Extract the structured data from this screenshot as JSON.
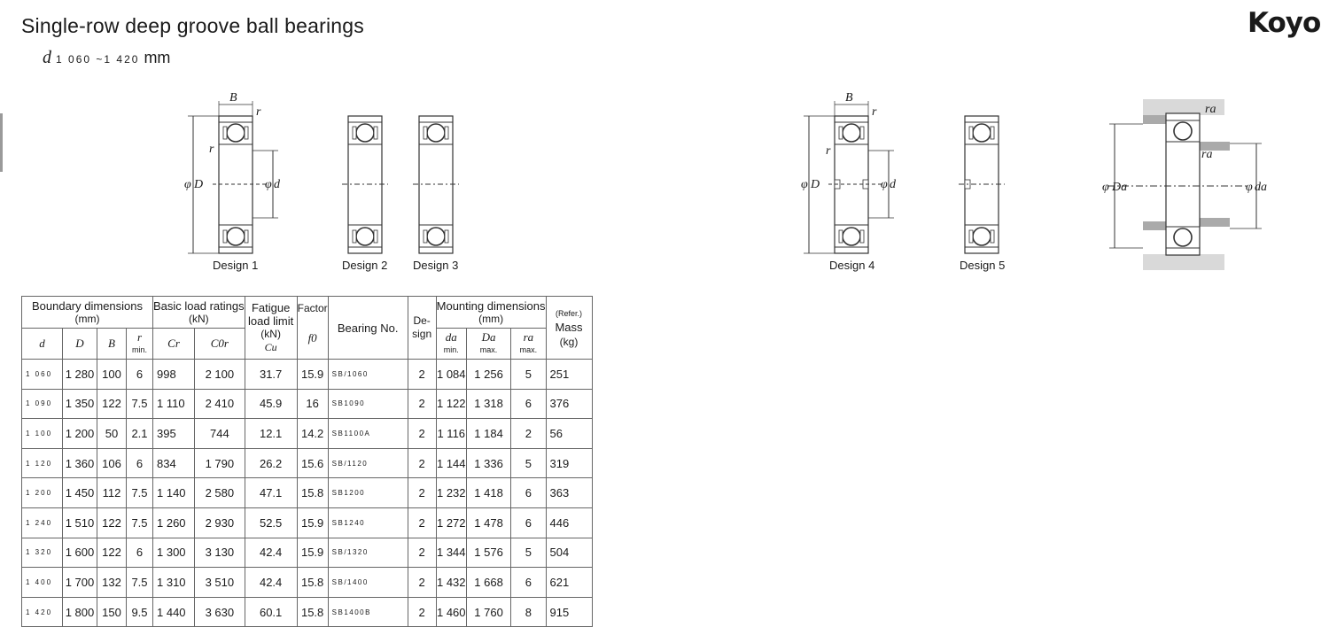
{
  "header": {
    "title": "Single-row deep groove ball bearings",
    "subtitle_symbol": "d",
    "subtitle_range": "1 060 ~1 420",
    "subtitle_unit": "mm",
    "brand": "Koyo"
  },
  "designs": {
    "d1": "Design 1",
    "d2": "Design 2",
    "d3": "Design 3",
    "d4": "Design 4",
    "d5": "Design 5"
  },
  "symbols": {
    "B": "B",
    "r": "r",
    "D": "D",
    "d": "d",
    "phi": "φ",
    "Da": "Da",
    "da": "da",
    "ra": "ra"
  },
  "table": {
    "groups": {
      "boundary": "Boundary dimensions",
      "boundary_unit": "(mm)",
      "load": "Basic load ratings",
      "load_unit": "(kN)",
      "fatigue": "Fatigue load limit",
      "fatigue_unit": "(kN)",
      "fatigue_sym": "Cu",
      "factor": "Factor",
      "factor_sym": "f0",
      "bearing_no": "Bearing No.",
      "design": "De-sign",
      "mounting": "Mounting dimensions",
      "mounting_unit": "(mm)",
      "mass_ref": "(Refer.)",
      "mass": "Mass",
      "mass_unit": "(kg)"
    },
    "subheaders": {
      "d": "d",
      "D": "D",
      "B": "B",
      "r": "r",
      "r_min": "min.",
      "Cr": "Cr",
      "C0r": "C0r",
      "da": "da",
      "da_note": "min.",
      "Da": "Da",
      "Da_note": "max.",
      "ra": "ra",
      "ra_note": "max."
    },
    "rows": [
      {
        "d": "1 060",
        "D": "1 280",
        "B": "100",
        "r": "6",
        "Cr": "998",
        "C0r": "2 100",
        "Cu": "31.7",
        "f0": "15.9",
        "no": "SB/1060",
        "des": "2",
        "da": "1 084",
        "Da": "1 256",
        "ra": "5",
        "mass": "251"
      },
      {
        "d": "1 090",
        "D": "1 350",
        "B": "122",
        "r": "7.5",
        "Cr": "1 110",
        "C0r": "2 410",
        "Cu": "45.9",
        "f0": "16",
        "no": "SB1090",
        "des": "2",
        "da": "1 122",
        "Da": "1 318",
        "ra": "6",
        "mass": "376"
      },
      {
        "d": "1 100",
        "D": "1 200",
        "B": "50",
        "r": "2.1",
        "Cr": "395",
        "C0r": "744",
        "Cu": "12.1",
        "f0": "14.2",
        "no": "SB1100A",
        "des": "2",
        "da": "1 116",
        "Da": "1 184",
        "ra": "2",
        "mass": "56"
      },
      {
        "d": "1 120",
        "D": "1 360",
        "B": "106",
        "r": "6",
        "Cr": "834",
        "C0r": "1 790",
        "Cu": "26.2",
        "f0": "15.6",
        "no": "SB/1120",
        "des": "2",
        "da": "1 144",
        "Da": "1 336",
        "ra": "5",
        "mass": "319"
      },
      {
        "d": "1 200",
        "D": "1 450",
        "B": "112",
        "r": "7.5",
        "Cr": "1 140",
        "C0r": "2 580",
        "Cu": "47.1",
        "f0": "15.8",
        "no": "SB1200",
        "des": "2",
        "da": "1 232",
        "Da": "1 418",
        "ra": "6",
        "mass": "363"
      },
      {
        "d": "1 240",
        "D": "1 510",
        "B": "122",
        "r": "7.5",
        "Cr": "1 260",
        "C0r": "2 930",
        "Cu": "52.5",
        "f0": "15.9",
        "no": "SB1240",
        "des": "2",
        "da": "1 272",
        "Da": "1 478",
        "ra": "6",
        "mass": "446"
      },
      {
        "d": "1 320",
        "D": "1 600",
        "B": "122",
        "r": "6",
        "Cr": "1 300",
        "C0r": "3 130",
        "Cu": "42.4",
        "f0": "15.9",
        "no": "SB/1320",
        "des": "2",
        "da": "1 344",
        "Da": "1 576",
        "ra": "5",
        "mass": "504"
      },
      {
        "d": "1 400",
        "D": "1 700",
        "B": "132",
        "r": "7.5",
        "Cr": "1 310",
        "C0r": "3 510",
        "Cu": "42.4",
        "f0": "15.8",
        "no": "SB/1400",
        "des": "2",
        "da": "1 432",
        "Da": "1 668",
        "ra": "6",
        "mass": "621"
      },
      {
        "d": "1 420",
        "D": "1 800",
        "B": "150",
        "r": "9.5",
        "Cr": "1 440",
        "C0r": "3 630",
        "Cu": "60.1",
        "f0": "15.8",
        "no": "SB1400B",
        "des": "2",
        "da": "1 460",
        "Da": "1 760",
        "ra": "8",
        "mass": "915"
      }
    ]
  }
}
